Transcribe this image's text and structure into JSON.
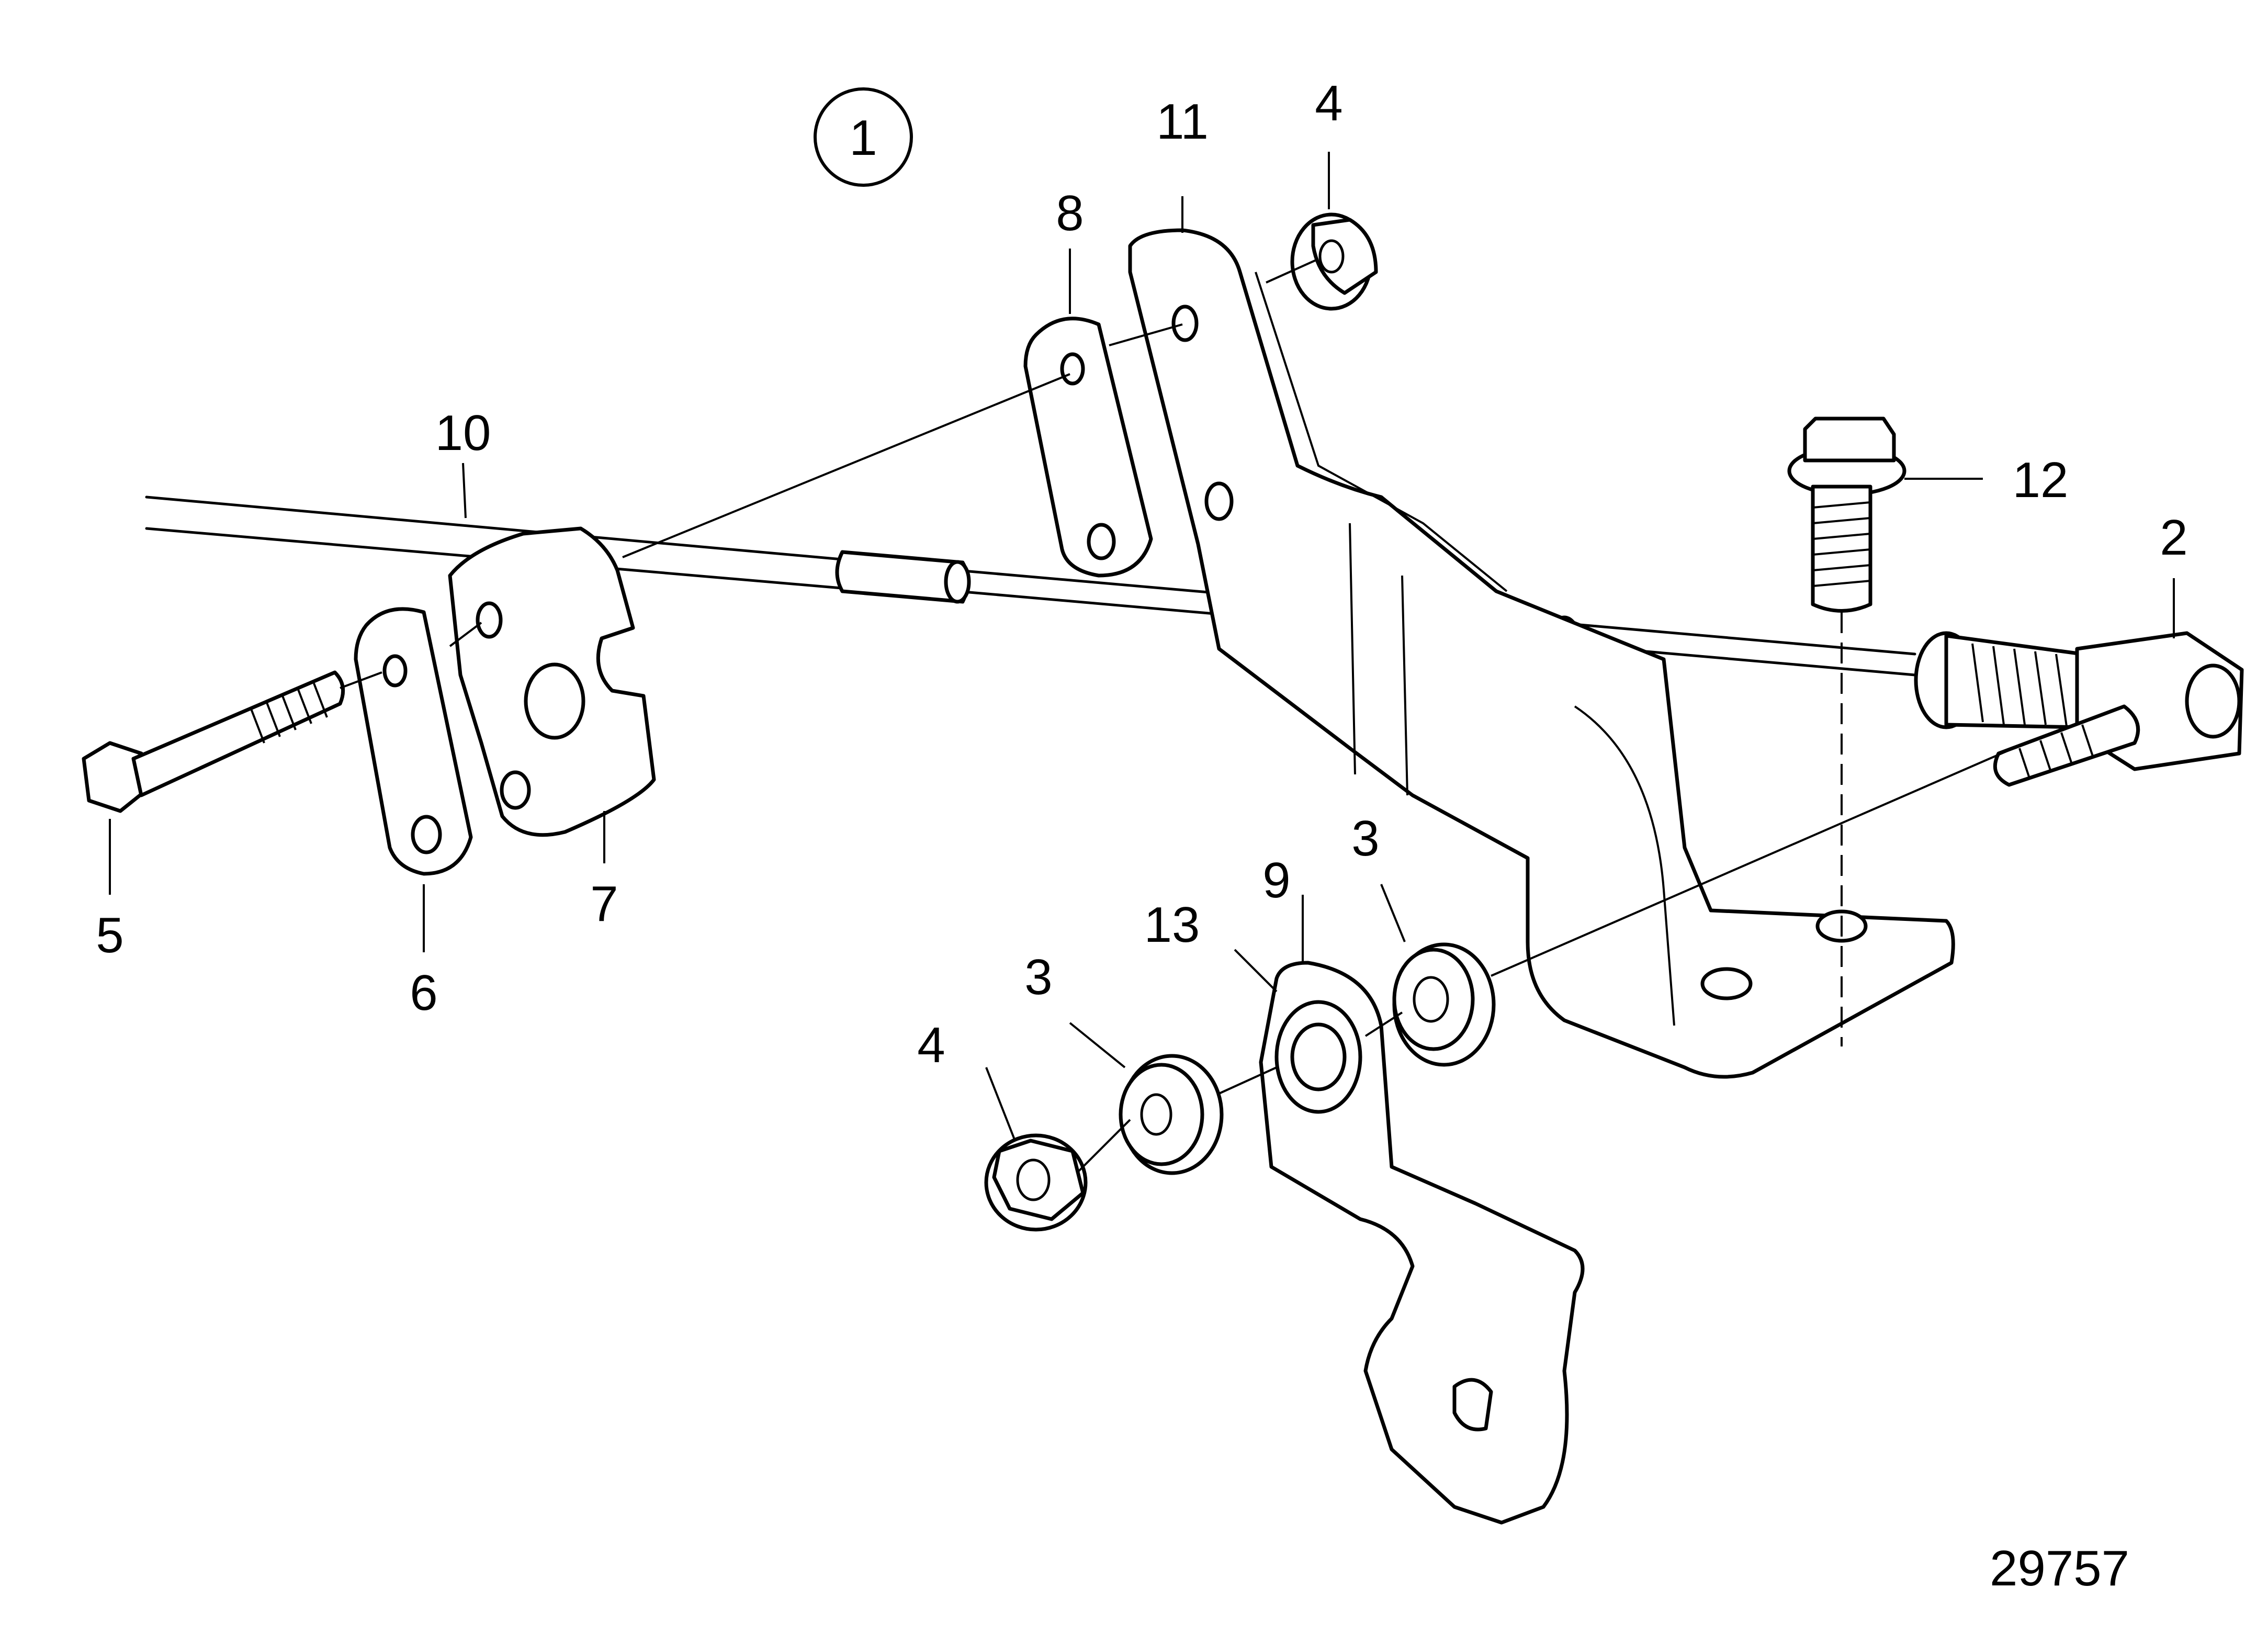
{
  "figure": {
    "view_marker": "1",
    "drawing_number": "29757",
    "callouts": [
      {
        "id": "c2",
        "text": "2"
      },
      {
        "id": "c3a",
        "text": "3"
      },
      {
        "id": "c3b",
        "text": "3"
      },
      {
        "id": "c4a",
        "text": "4"
      },
      {
        "id": "c4b",
        "text": "4"
      },
      {
        "id": "c5",
        "text": "5"
      },
      {
        "id": "c6",
        "text": "6"
      },
      {
        "id": "c7",
        "text": "7"
      },
      {
        "id": "c8",
        "text": "8"
      },
      {
        "id": "c9",
        "text": "9"
      },
      {
        "id": "c10",
        "text": "10"
      },
      {
        "id": "c11",
        "text": "11"
      },
      {
        "id": "c12",
        "text": "12"
      },
      {
        "id": "c13",
        "text": "13"
      }
    ]
  }
}
